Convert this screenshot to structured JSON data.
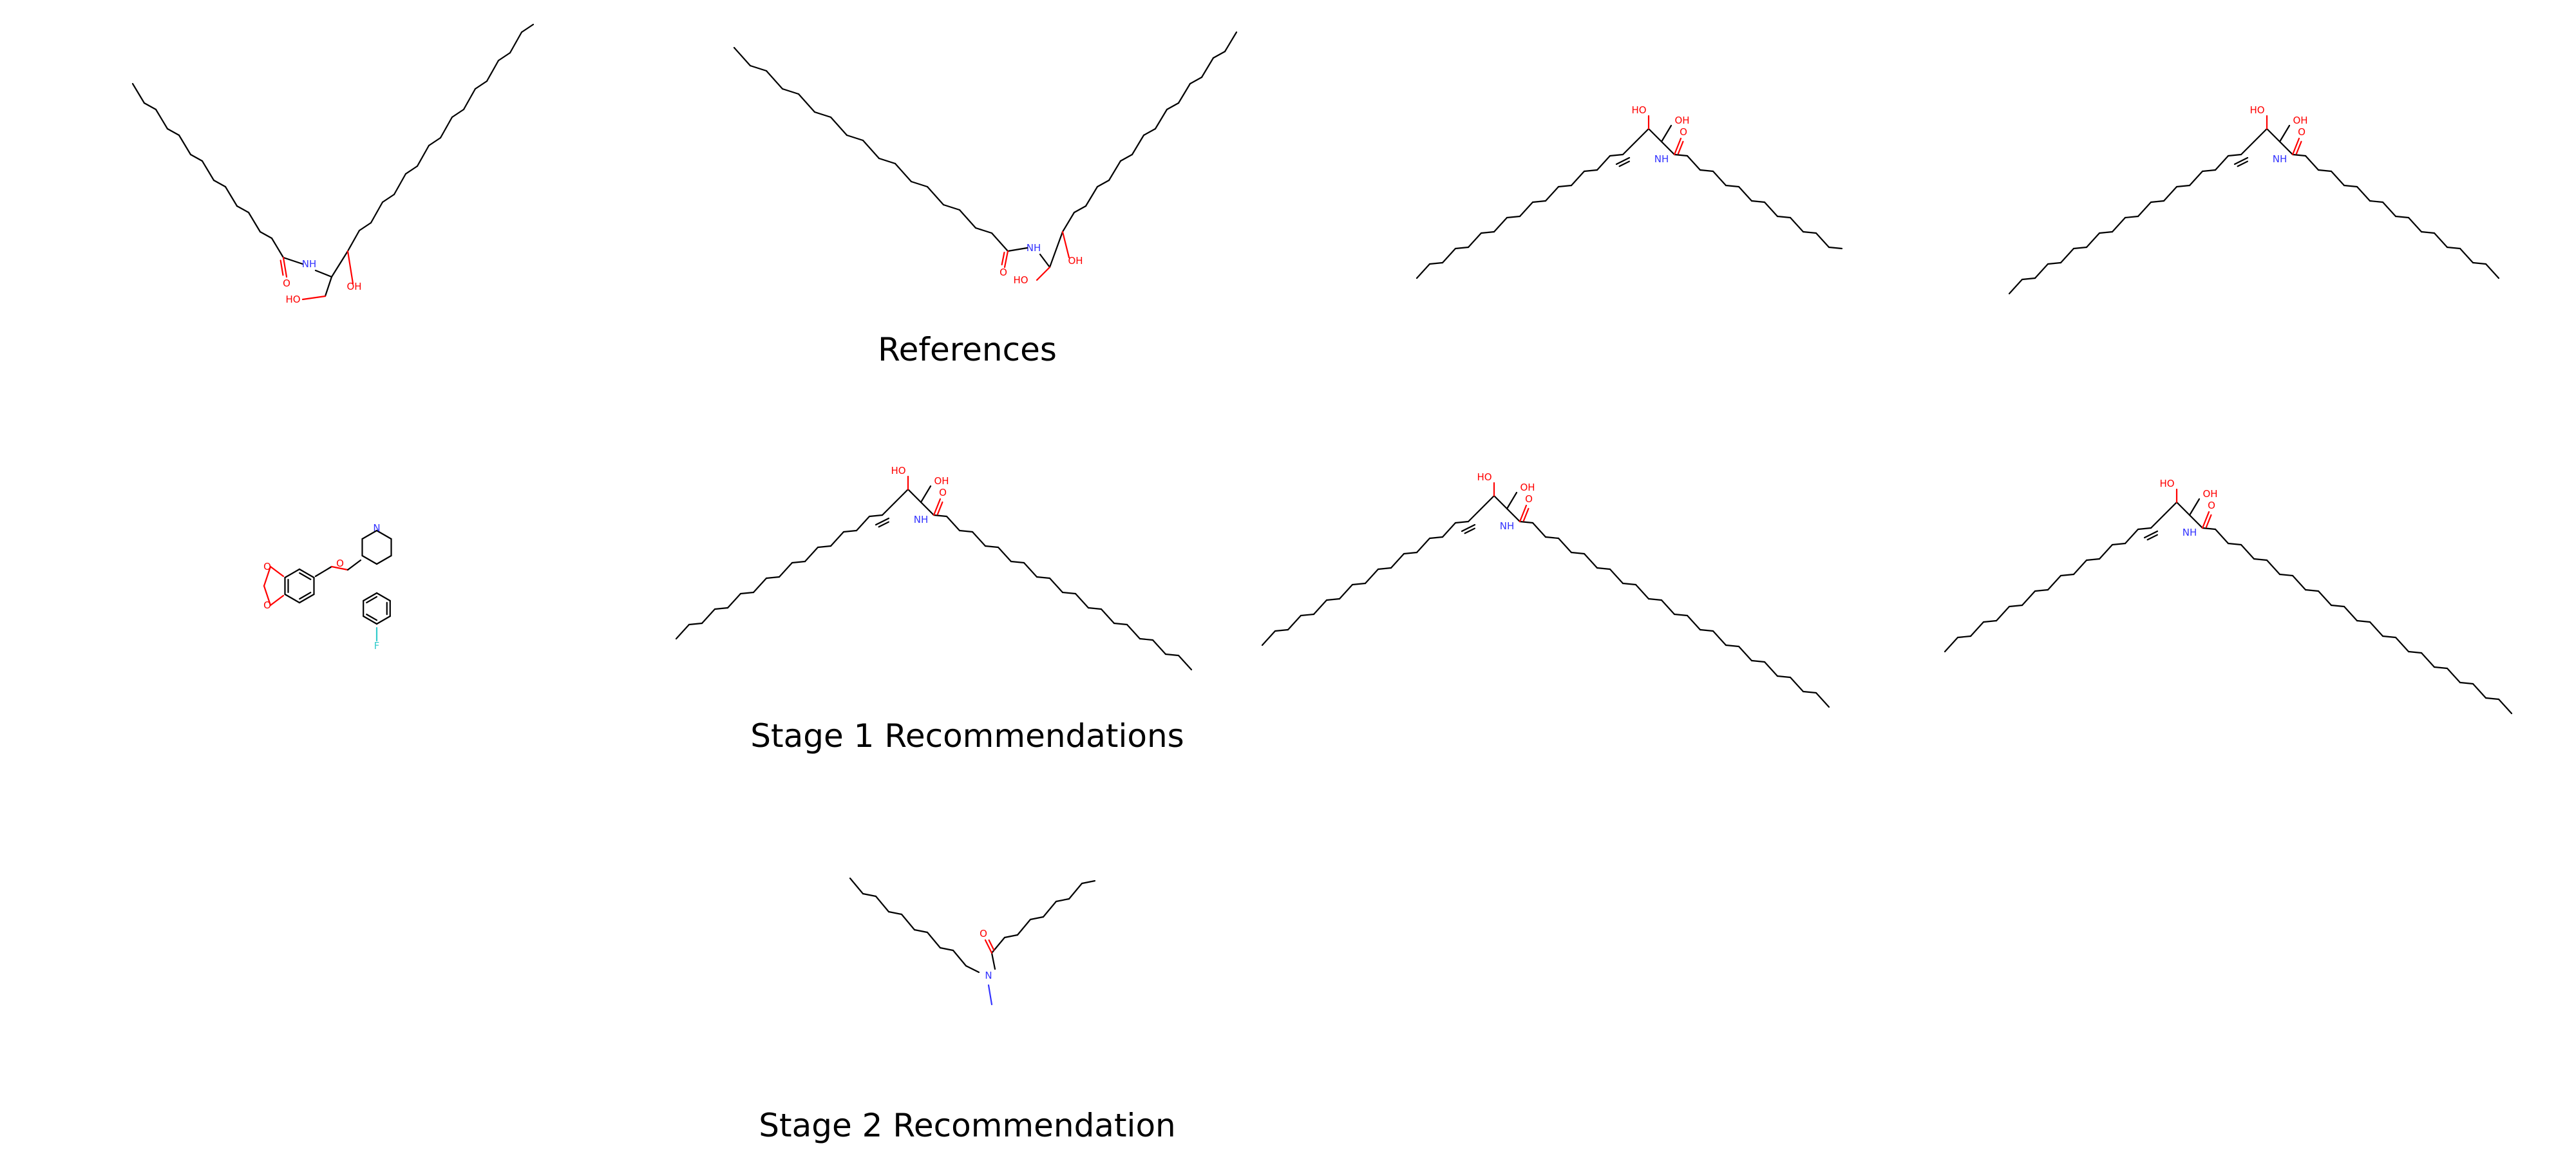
{
  "captions": {
    "references": "References",
    "stage1": "Stage 1 Recommendations",
    "stage2": "Stage 2 Recommendation"
  },
  "atom_labels": {
    "hydroxyl": "OH",
    "hydroxyl_left": "HO",
    "amide_nh": "NH",
    "nh_ring": "N",
    "nitrogen": "N",
    "oxygen": "O",
    "fluorine": "F"
  },
  "colors": {
    "bond": "#000000",
    "oxygen": "#ff0000",
    "nitrogen": "#3333ff",
    "fluorine": "#33cccc",
    "background": "#ffffff"
  },
  "molecules": [
    {
      "id": "ref-1",
      "group": "references"
    },
    {
      "id": "ref-2",
      "group": "references"
    },
    {
      "id": "ref-3",
      "group": "references"
    },
    {
      "id": "ref-4",
      "group": "references"
    },
    {
      "id": "stage1-1",
      "group": "stage1"
    },
    {
      "id": "stage1-2",
      "group": "stage1"
    },
    {
      "id": "stage1-3",
      "group": "stage1"
    },
    {
      "id": "stage1-4",
      "group": "stage1"
    },
    {
      "id": "stage2-1",
      "group": "stage2"
    }
  ]
}
